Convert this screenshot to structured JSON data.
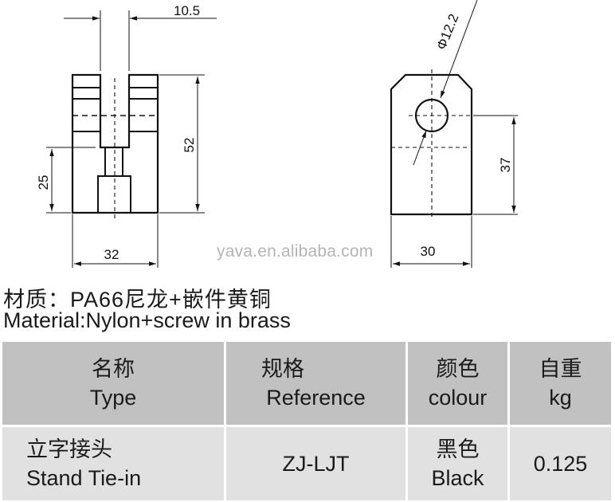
{
  "drawing": {
    "front_view": {
      "dim_slot_width": "10.5",
      "dim_height": "52",
      "dim_lower_height": "25",
      "dim_width": "32"
    },
    "side_view": {
      "dim_hole_diameter": "Φ12.2",
      "dim_hole_height": "37",
      "dim_width": "30"
    },
    "watermark": "yava.en.alibaba.com"
  },
  "material": {
    "cn": "材质：PA66尼龙+嵌件黄铜",
    "en": "Material:Nylon+screw in brass"
  },
  "table": {
    "headers": [
      {
        "cn": "名称",
        "en": "Type"
      },
      {
        "cn": "规格",
        "en": "Reference"
      },
      {
        "cn": "颜色",
        "en": "colour"
      },
      {
        "cn": "自重",
        "en": "kg"
      }
    ],
    "rows": [
      {
        "type_cn": "立字接头",
        "type_en": "Stand Tie-in",
        "reference": "ZJ-LJT",
        "colour_cn": "黑色",
        "colour_en": "Black",
        "weight": "0.125"
      }
    ]
  }
}
